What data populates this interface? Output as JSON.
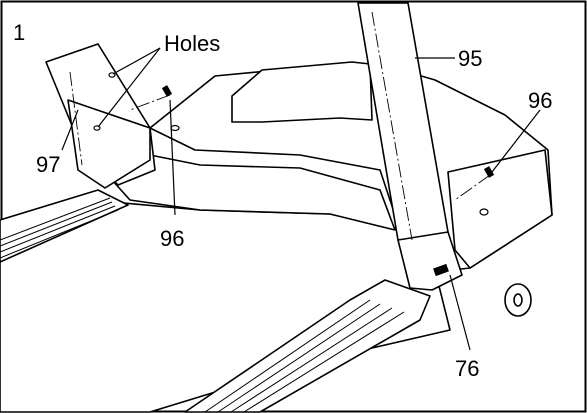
{
  "figure": {
    "step_number": "1",
    "callouts": {
      "holes": "Holes",
      "upright_right": "95",
      "upright_left": "97",
      "bolt_right": "96",
      "bolt_left": "96",
      "part_bottom": "76"
    }
  }
}
